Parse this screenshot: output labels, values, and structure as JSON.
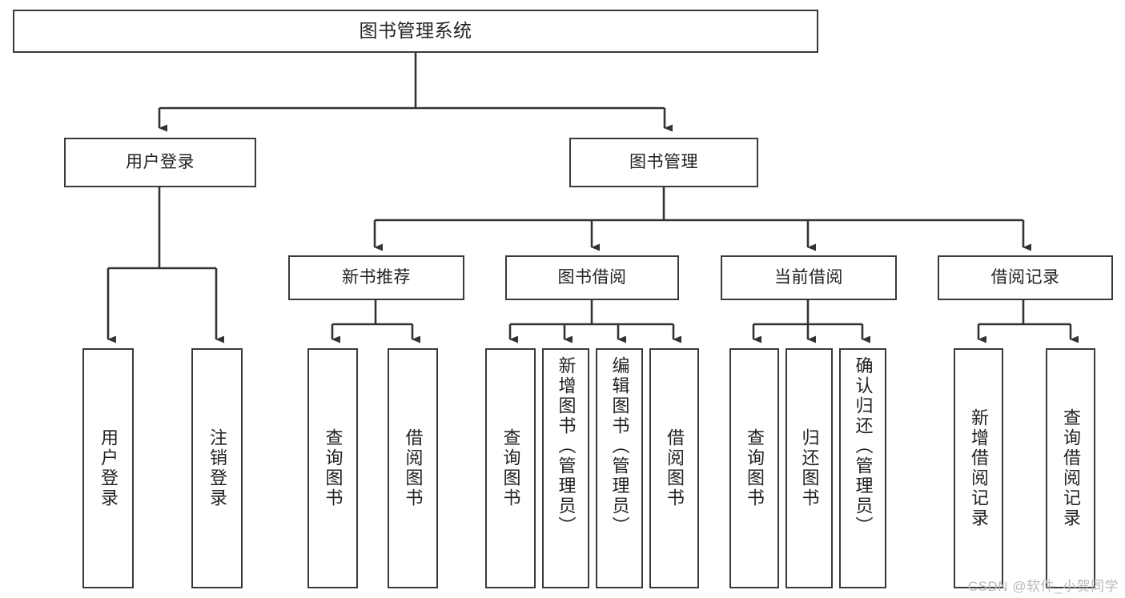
{
  "diagram": {
    "title": "图书管理系统",
    "type": "tree",
    "watermark": "CSDN @软件_小贺同学",
    "colors": {
      "box_border": "#3a3a3a",
      "box_fill": "#ffffff",
      "edge": "#333333",
      "text": "#222222",
      "watermark": "#b9b9b9",
      "background": "#ffffff"
    },
    "root": {
      "id": "root",
      "label": "图书管理系统"
    },
    "level2": [
      {
        "id": "user-login",
        "label": "用户登录"
      },
      {
        "id": "book-manage",
        "label": "图书管理"
      }
    ],
    "level3": [
      {
        "id": "new-book-rec",
        "label": "新书推荐",
        "parent": "book-manage"
      },
      {
        "id": "book-borrow",
        "label": "图书借阅",
        "parent": "book-manage"
      },
      {
        "id": "current-borrow",
        "label": "当前借阅",
        "parent": "book-manage"
      },
      {
        "id": "borrow-record",
        "label": "借阅记录",
        "parent": "book-manage"
      }
    ],
    "leaves": [
      {
        "id": "leaf-user-login",
        "label": "用户登录",
        "parent": "user-login"
      },
      {
        "id": "leaf-logout",
        "label": "注销登录",
        "parent": "user-login"
      },
      {
        "id": "leaf-query-book-rec",
        "label": "查询图书",
        "parent": "new-book-rec"
      },
      {
        "id": "leaf-borrow-book-rec",
        "label": "借阅图书",
        "parent": "new-book-rec"
      },
      {
        "id": "leaf-query-book-borrow",
        "label": "查询图书",
        "parent": "book-borrow"
      },
      {
        "id": "leaf-add-book",
        "label": "新增图书（管理员）",
        "parent": "book-borrow"
      },
      {
        "id": "leaf-edit-book",
        "label": "编辑图书（管理员）",
        "parent": "book-borrow"
      },
      {
        "id": "leaf-borrow-book",
        "label": "借阅图书",
        "parent": "book-borrow"
      },
      {
        "id": "leaf-query-book-current",
        "label": "查询图书",
        "parent": "current-borrow"
      },
      {
        "id": "leaf-return-book",
        "label": "归还图书",
        "parent": "current-borrow"
      },
      {
        "id": "leaf-confirm-return",
        "label": "确认归还（管理员）",
        "parent": "current-borrow"
      },
      {
        "id": "leaf-add-record",
        "label": "新增借阅记录",
        "parent": "borrow-record"
      },
      {
        "id": "leaf-query-record",
        "label": "查询借阅记录",
        "parent": "borrow-record"
      }
    ]
  }
}
